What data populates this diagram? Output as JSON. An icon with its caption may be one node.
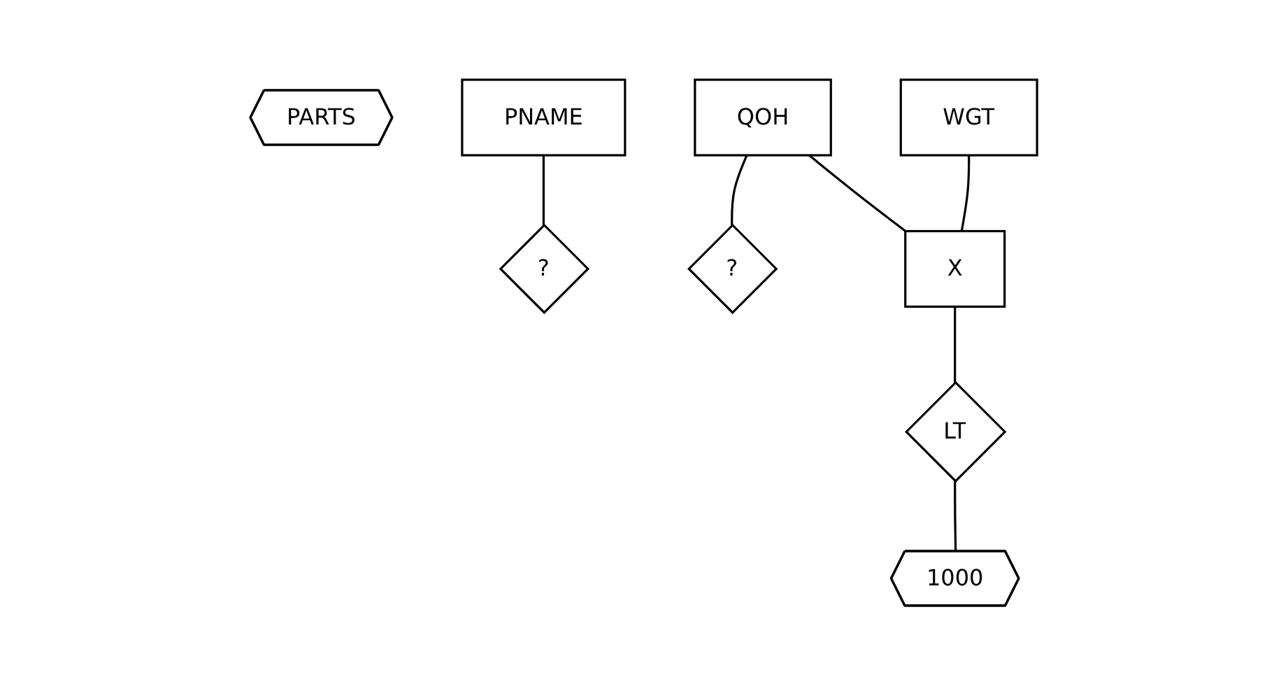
{
  "diagram": {
    "nodes": [
      {
        "text": [
          "PARTS"
        ]
      },
      {
        "text": [
          "PNAME"
        ]
      },
      {
        "text": [
          "WGT"
        ]
      },
      {
        "text": [
          "QOH"
        ]
      },
      {
        "text": [
          "?"
        ]
      },
      {
        "text": [
          "?"
        ]
      },
      {
        "text": [
          "X"
        ]
      },
      {
        "text": [
          "LT"
        ]
      },
      {
        "text": [
          "1000"
        ]
      }
    ],
    "edges": [
      {
        "from": 3,
        "to": 4,
        "arrow": "none"
      },
      {
        "from": 1,
        "to": 5,
        "arrow": "none"
      },
      {
        "from": 2,
        "to": 6,
        "arrow": "none"
      },
      {
        "from": 3,
        "to": 6,
        "arrow": "none"
      },
      {
        "from": 6,
        "to": 7,
        "arrow": "none"
      },
      {
        "from": 7,
        "to": 8,
        "arrow": "none"
      }
    ]
  }
}
